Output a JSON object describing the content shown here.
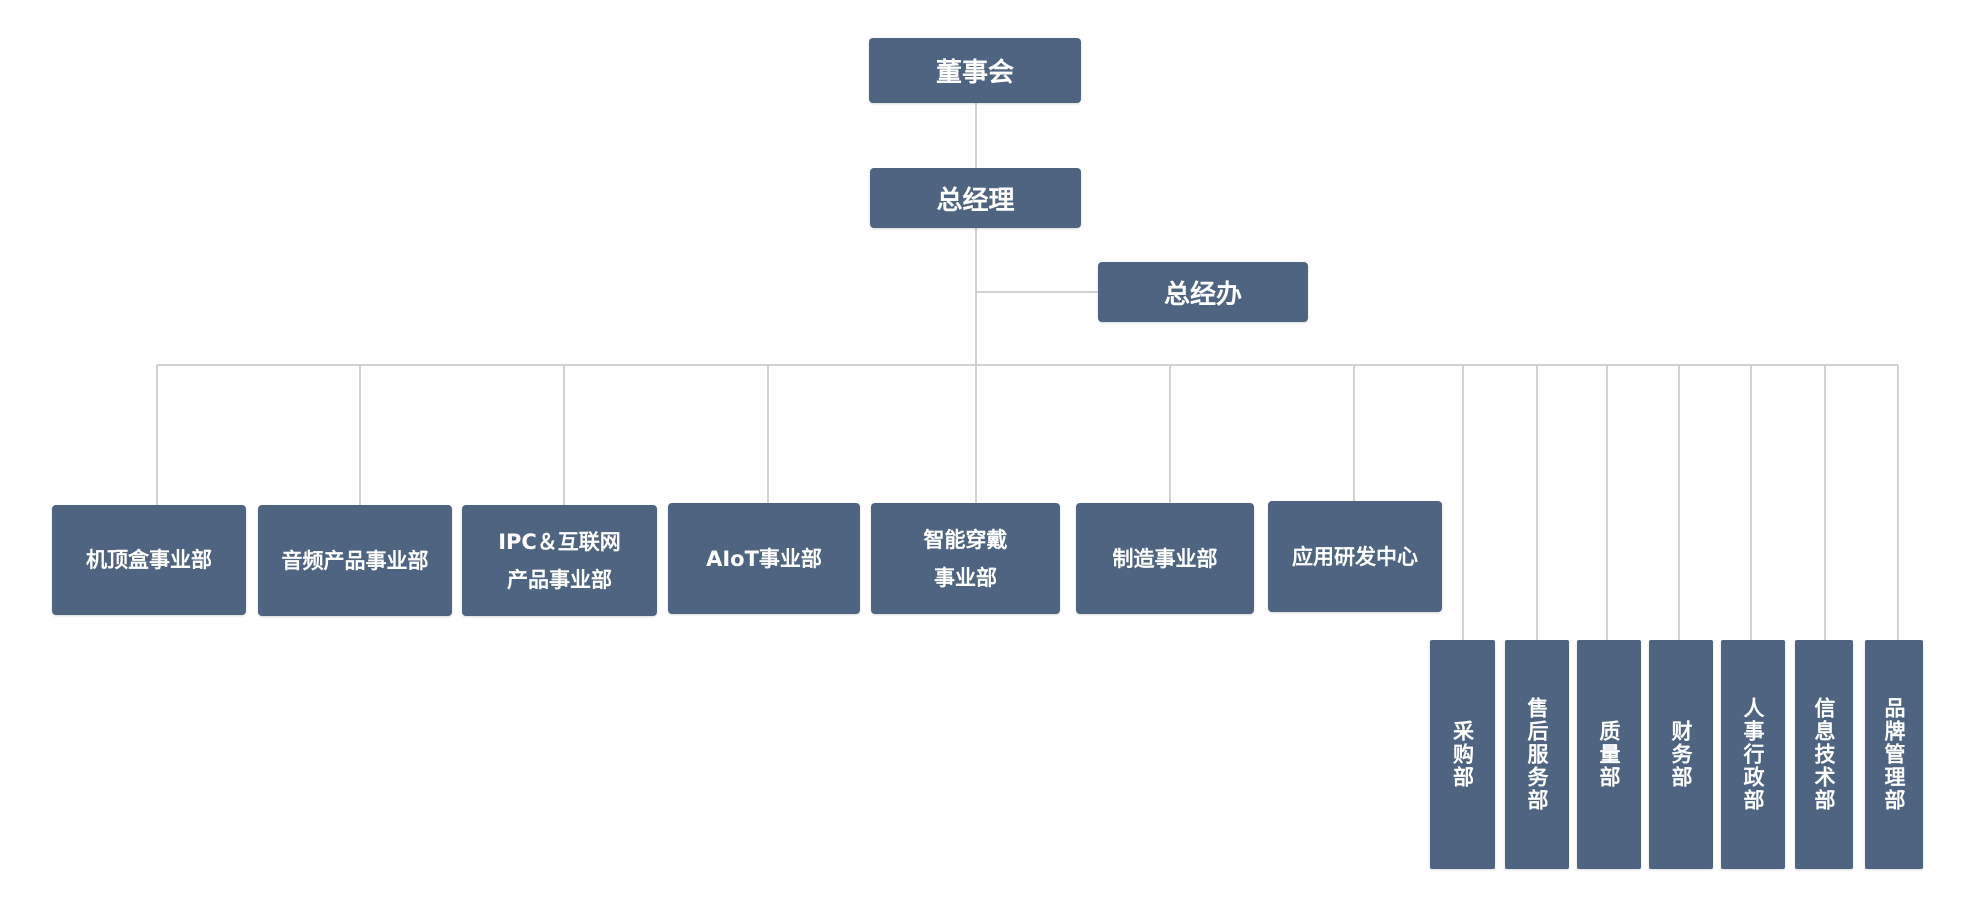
{
  "chart": {
    "root": "董事会",
    "gm": "总经理",
    "gm_office": "总经办",
    "divisions": [
      [
        "机顶盒事业部"
      ],
      [
        "音频产品事业部"
      ],
      [
        "IPC＆互联网",
        "产品事业部"
      ],
      [
        "AIoT事业部"
      ],
      [
        "智能穿戴",
        "事业部"
      ],
      [
        "制造事业部"
      ],
      [
        "应用研发中心"
      ]
    ],
    "departments": [
      "采购部",
      "售后服务部",
      "质量部",
      "财务部",
      "人事行政部",
      "信息技术部",
      "品牌管理部"
    ]
  },
  "colors": {
    "box_fill": "#4f6480",
    "box_text": "#ffffff",
    "connector": "#c4c4c4"
  }
}
